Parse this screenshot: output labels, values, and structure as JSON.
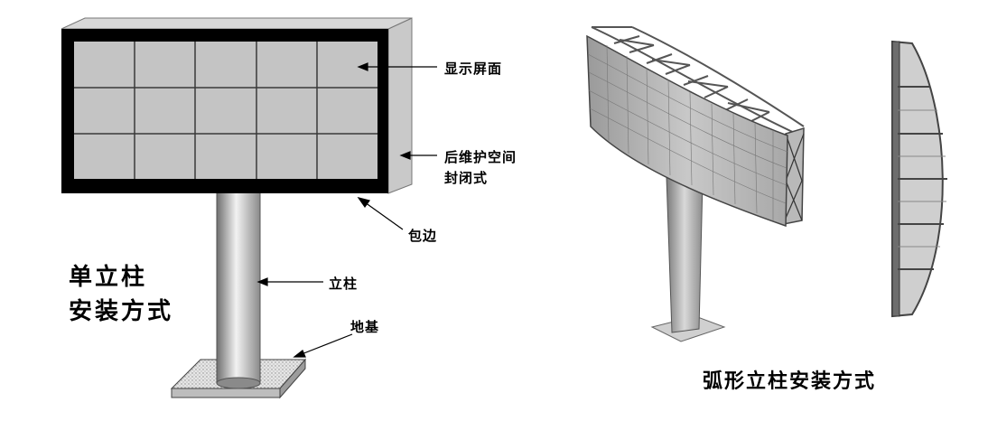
{
  "left_diagram": {
    "labels": {
      "screen": "显示屏面",
      "rear_line1": "后维护空间",
      "rear_line2": "封闭式",
      "edge": "包边",
      "column": "立柱",
      "foundation": "地基"
    },
    "title_line1": "单立柱",
    "title_line2": "安装方式"
  },
  "right_diagram": {
    "title": "弧形立柱安装方式"
  }
}
